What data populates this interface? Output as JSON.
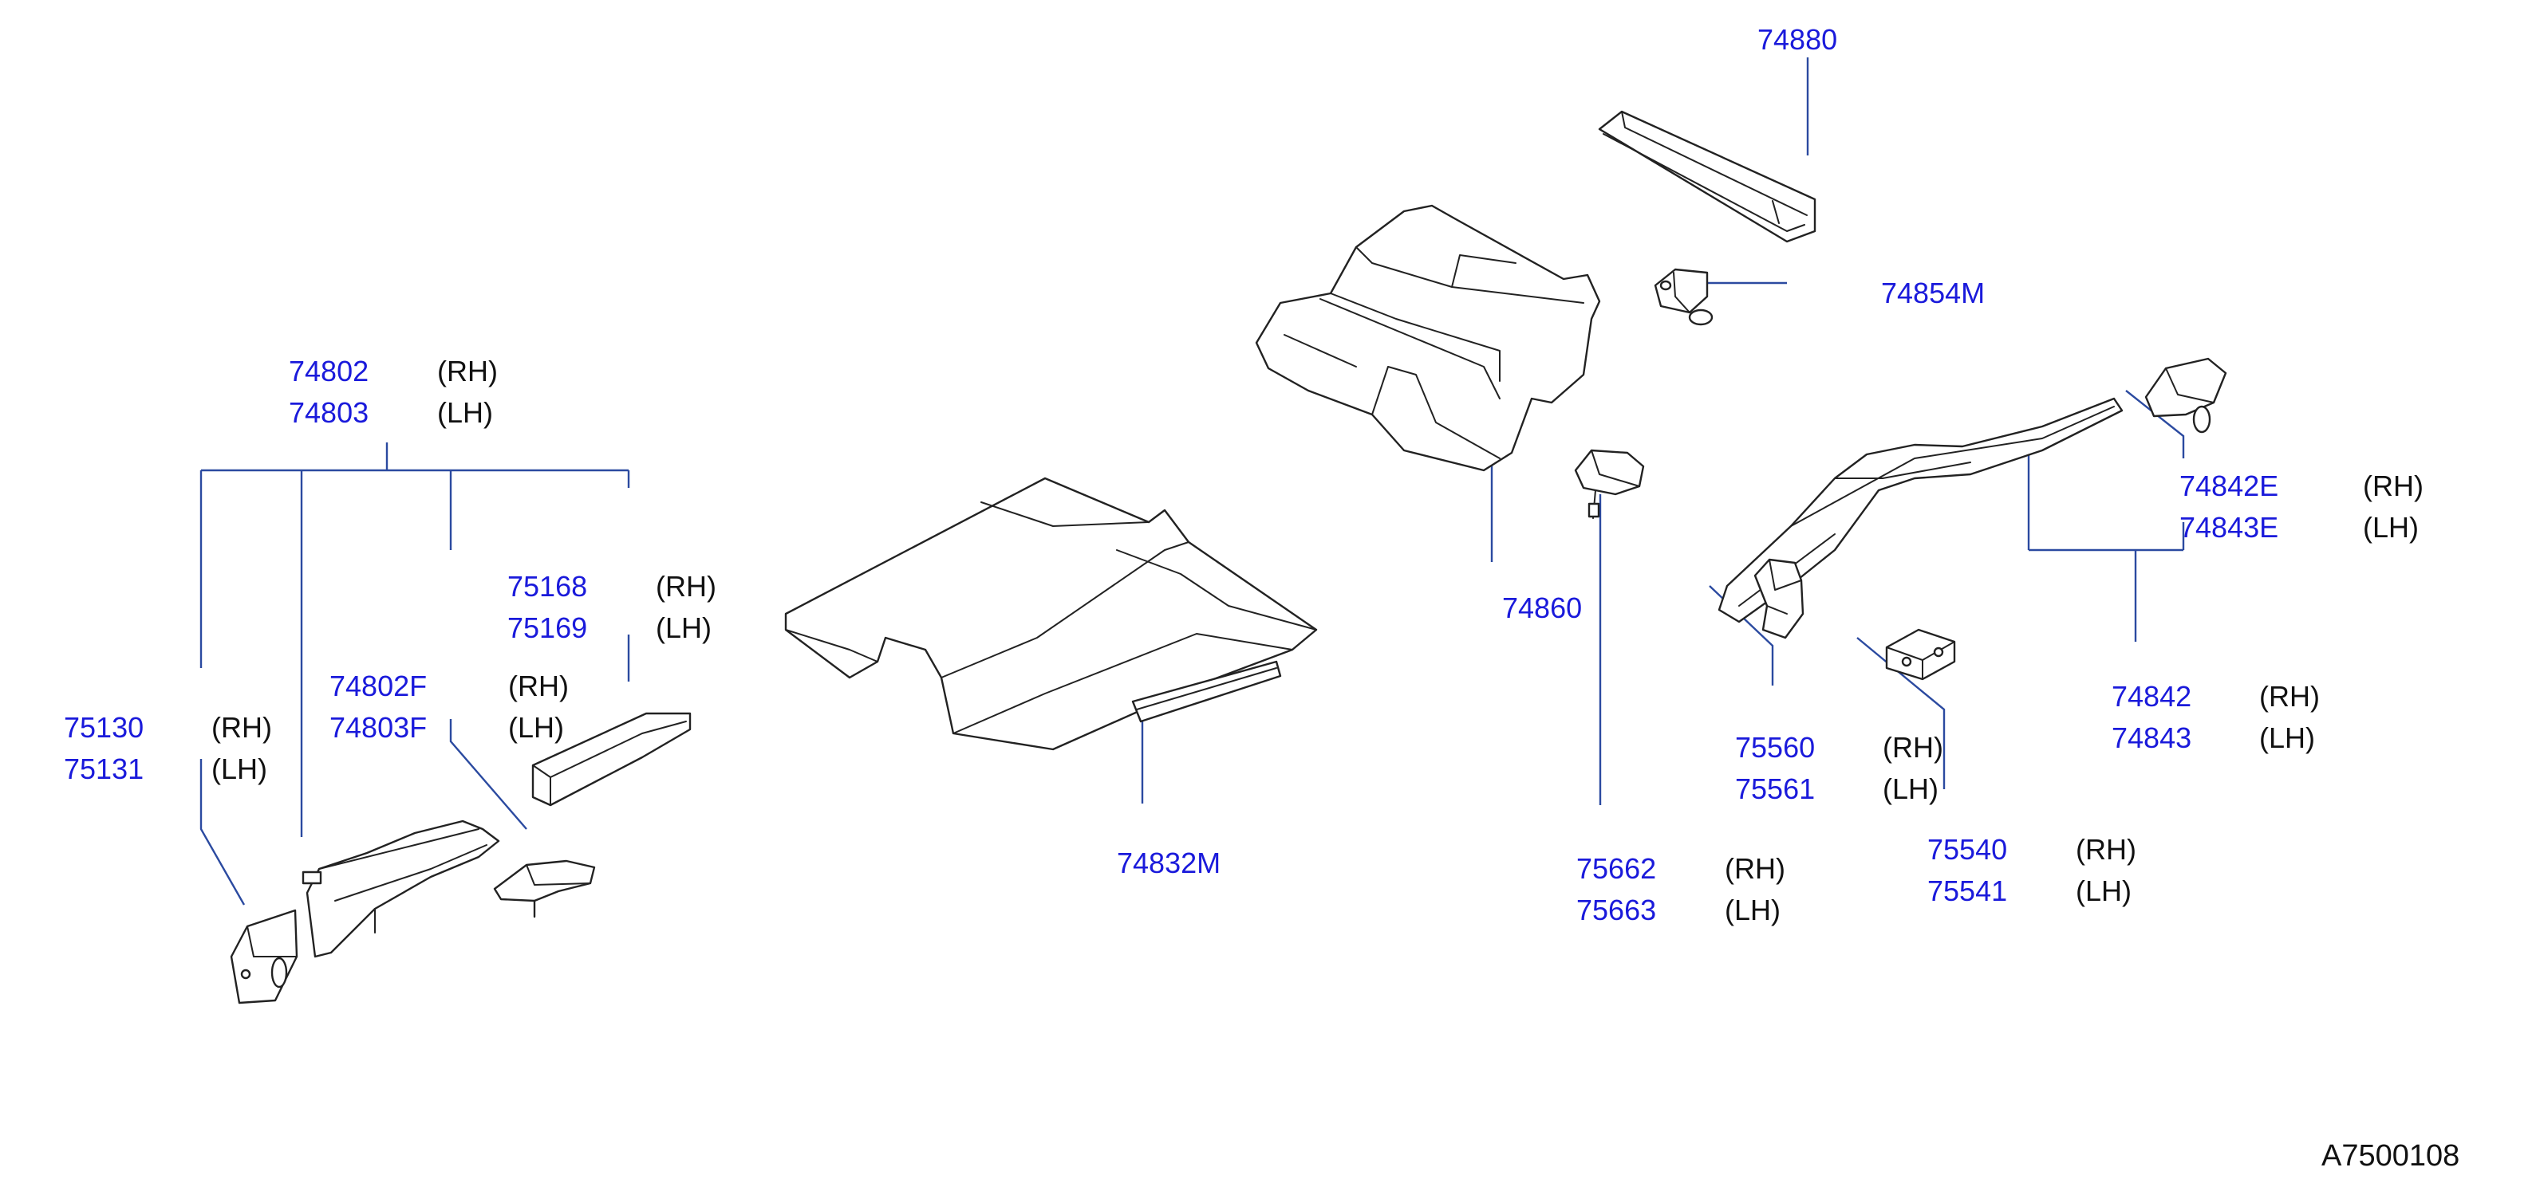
{
  "diagram": {
    "reference_code": "A7500108",
    "colors": {
      "part_number": "#1a1adb",
      "leader": "#2b4aa0",
      "text": "#111111",
      "line_art": "#222222"
    },
    "labels": {
      "p74880": "74880",
      "p74854M": "74854M",
      "p74802": "74802",
      "p74802_side": "(RH)",
      "p74803": "74803",
      "p74803_side": "(LH)",
      "p75168": "75168",
      "p75168_side": "(RH)",
      "p75169": "75169",
      "p75169_side": "(LH)",
      "p74802F": "74802F",
      "p74802F_side": "(RH)",
      "p74803F": "74803F",
      "p74803F_side": "(LH)",
      "p75130": "75130",
      "p75130_side": "(RH)",
      "p75131": "75131",
      "p75131_side": "(LH)",
      "p74832M": "74832M",
      "p74860": "74860",
      "p74842E": "74842E",
      "p74842E_side": "(RH)",
      "p74843E": "74843E",
      "p74843E_side": "(LH)",
      "p74842": "74842",
      "p74842_side": "(RH)",
      "p74843": "74843",
      "p74843_side": "(LH)",
      "p75560": "75560",
      "p75560_side": "(RH)",
      "p75561": "75561",
      "p75561_side": "(LH)",
      "p75662": "75662",
      "p75662_side": "(RH)",
      "p75663": "75663",
      "p75663_side": "(LH)",
      "p75540": "75540",
      "p75540_side": "(RH)",
      "p75541": "75541",
      "p75541_side": "(LH)"
    }
  }
}
